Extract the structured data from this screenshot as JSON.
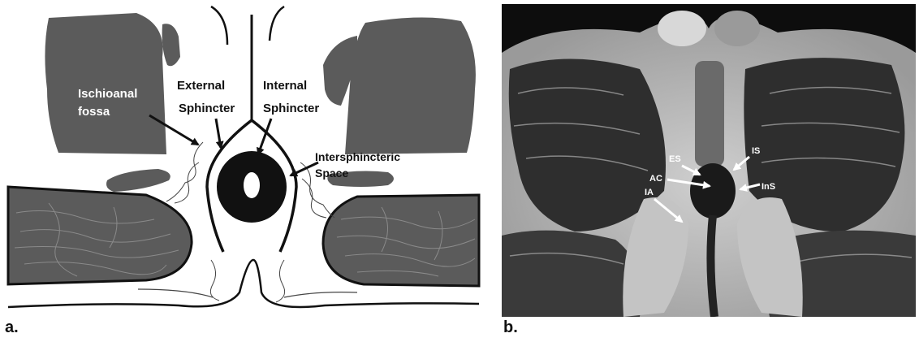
{
  "figure": {
    "panel_a": {
      "letter": "a.",
      "labels": {
        "ischioanal_line1": "Ischioanal",
        "ischioanal_line2": "fossa",
        "external_line1": "External",
        "external_line2": "Sphincter",
        "internal_line1": "Internal",
        "internal_line2": "Sphincter",
        "intersphincteric_line1": "Intersphincteric",
        "intersphincteric_line2": "Space"
      }
    },
    "panel_b": {
      "letter": "b.",
      "labels": {
        "es": "ES",
        "is": "IS",
        "ac": "AC",
        "ins": "InS",
        "ia": "IA"
      }
    }
  },
  "colors": {
    "muscle_fill": "#5b5b5b",
    "outline": "#111111",
    "mri_background": "#0d0d0d",
    "mri_fat": "#bcbcbc",
    "annotation_white": "#ffffff"
  }
}
